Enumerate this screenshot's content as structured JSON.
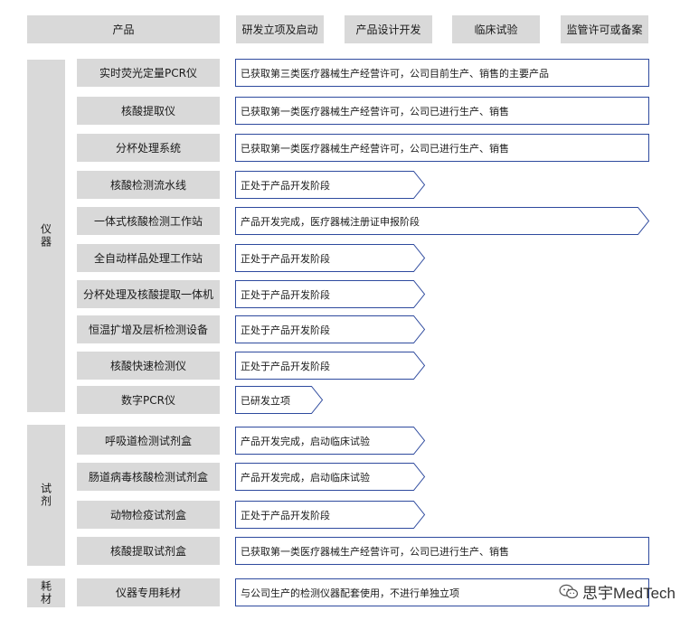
{
  "header": {
    "product_label": "产品",
    "stages": [
      "研发立项及启动",
      "产品设计开发",
      "临床试验",
      "监管许可或备案"
    ]
  },
  "categories": [
    {
      "label": "仪器"
    },
    {
      "label": "试剂"
    },
    {
      "label": "耗材"
    }
  ],
  "rows": [
    {
      "product": "实时荧光定量PCR仪",
      "status": "已获取第三类医疗器械生产经营许可，公司目前生产、销售的主要产品",
      "stage_reached": 4
    },
    {
      "product": "核酸提取仪",
      "status": "已获取第一类医疗器械生产经营许可，公司已进行生产、销售",
      "stage_reached": 4
    },
    {
      "product": "分杯处理系统",
      "status": "已获取第一类医疗器械生产经营许可，公司已进行生产、销售",
      "stage_reached": 4
    },
    {
      "product": "核酸检测流水线",
      "status": "正处于产品开发阶段",
      "stage_reached": 2
    },
    {
      "product": "一体式核酸检测工作站",
      "status": "产品开发完成，医疗器械注册证申报阶段",
      "stage_reached": 4
    },
    {
      "product": "全自动样品处理工作站",
      "status": "正处于产品开发阶段",
      "stage_reached": 2
    },
    {
      "product": "分杯处理及核酸提取一体机",
      "status": "正处于产品开发阶段",
      "stage_reached": 2
    },
    {
      "product": "恒温扩增及层析检测设备",
      "status": "正处于产品开发阶段",
      "stage_reached": 2
    },
    {
      "product": "核酸快速检测仪",
      "status": "正处于产品开发阶段",
      "stage_reached": 2
    },
    {
      "product": "数字PCR仪",
      "status": "已研发立项",
      "stage_reached": 1
    },
    {
      "product": "呼吸道检测试剂盒",
      "status": "产品开发完成，启动临床试验",
      "stage_reached": 2
    },
    {
      "product": "肠道病毒核酸检测试剂盒",
      "status": "产品开发完成，启动临床试验",
      "stage_reached": 2
    },
    {
      "product": "动物检疫试剂盒",
      "status": "正处于产品开发阶段",
      "stage_reached": 2
    },
    {
      "product": "核酸提取试剂盒",
      "status": "已获取第一类医疗器械生产经营许可，公司已进行生产、销售",
      "stage_reached": 4
    },
    {
      "product": "仪器专用耗材",
      "status": "与公司生产的检测仪器配套使用，不进行单独立项",
      "stage_reached": 4
    }
  ],
  "watermark": {
    "text": "思宇MedTech",
    "icon": "wechat-icon"
  },
  "colors": {
    "box_fill": "#d9d9d9",
    "bar_stroke": "#2e4a9e",
    "bar_fill": "#ffffff"
  }
}
